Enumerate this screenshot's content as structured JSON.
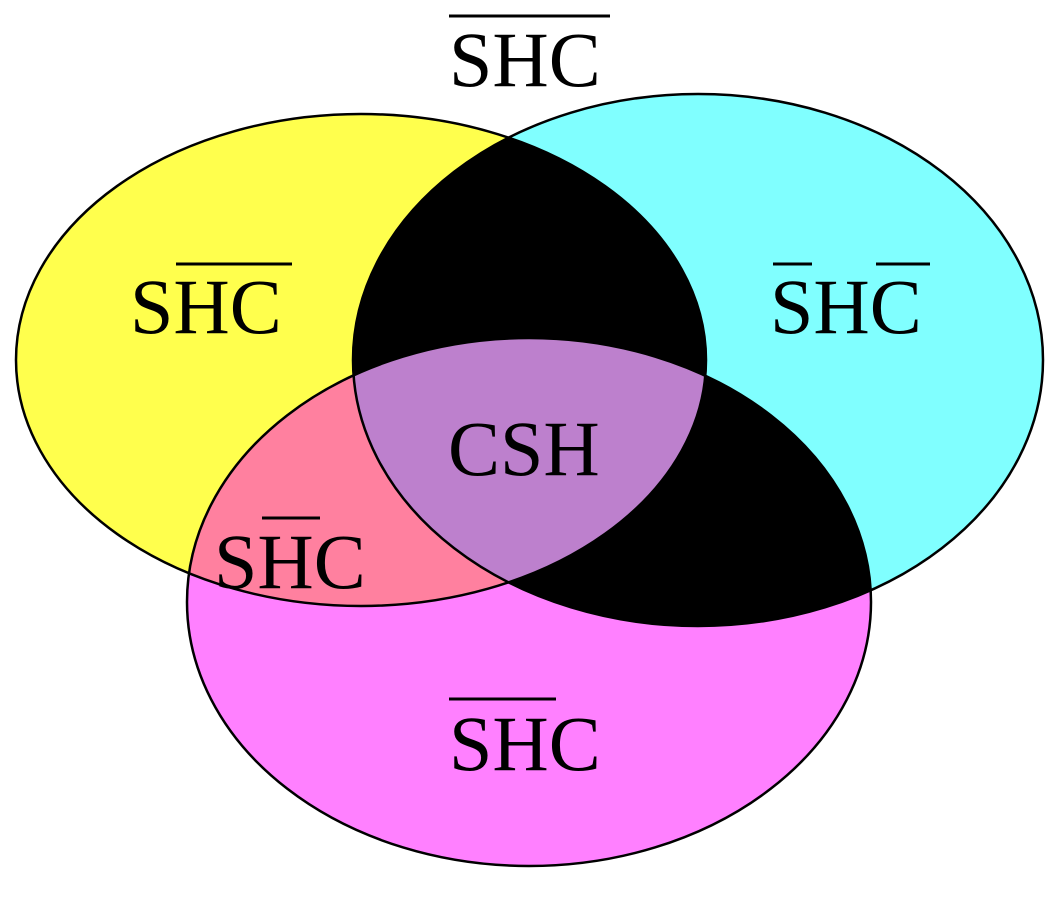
{
  "diagram": {
    "type": "venn-3",
    "sets": [
      {
        "id": "yellow",
        "color": "#ffff4d"
      },
      {
        "id": "cyan",
        "color": "#80ffff"
      },
      {
        "id": "magenta",
        "color": "#ff80ff"
      }
    ],
    "region_colors": {
      "yellow_magenta": "#ff809f",
      "yellow_cyan": "#000000",
      "cyan_magenta": "#000000",
      "all_three": "#bd80cd"
    },
    "labels": {
      "outside": {
        "s": "S",
        "h": "H",
        "c": "C"
      },
      "yellow_only": {
        "s": "S",
        "h": "H",
        "c": "C"
      },
      "cyan_only": {
        "s": "S",
        "h": "H",
        "c": "C"
      },
      "yellow_magenta": {
        "s": "S",
        "h": "H",
        "c": "C"
      },
      "all_three": {
        "text": "CSH"
      },
      "magenta_only": {
        "s": "S",
        "h": "H",
        "c": "C"
      }
    }
  }
}
